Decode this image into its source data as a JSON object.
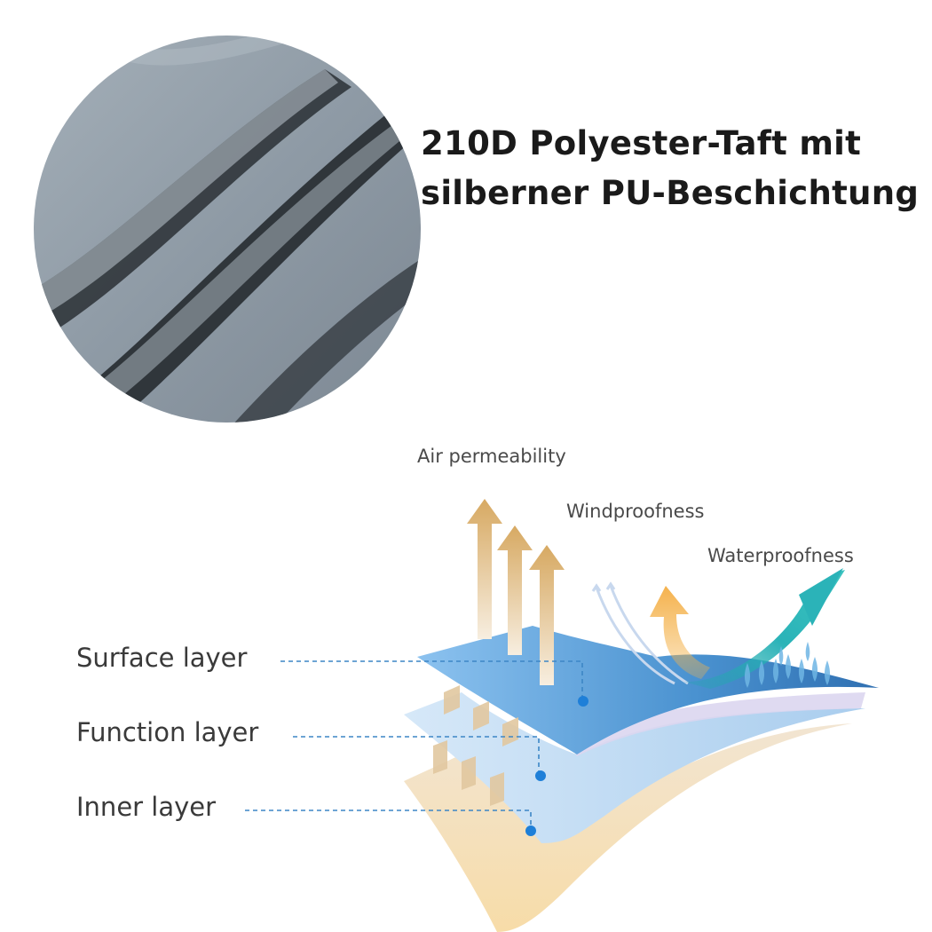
{
  "headline": {
    "line1": "210D Polyester-Taft mit",
    "line2": "silberner PU-Beschichtung"
  },
  "fabric": {
    "color": "#8f9aa4",
    "shadow_color": "#2c3238"
  },
  "properties": {
    "air": "Air permeability",
    "wind": "Windproofness",
    "water": "Waterproofness"
  },
  "layers": {
    "surface": "Surface layer",
    "function": "Function layer",
    "inner": "Inner layer"
  },
  "colors": {
    "surface": "#3d86c6",
    "function": "#bcd8f0",
    "inner": "#e9d7bd",
    "arrow_orange": "#f3b24a",
    "water_teal": "#2bb3b8",
    "leader": "#3d86c6"
  }
}
